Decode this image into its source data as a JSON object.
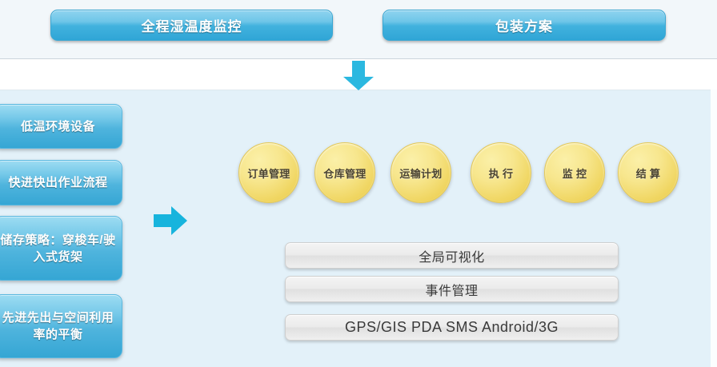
{
  "header": {
    "buttons": [
      {
        "id": "btn-monitor",
        "label": "全程湿温度监控",
        "name": "full-process-humidity-temperature-monitoring-button"
      },
      {
        "id": "btn-package",
        "label": "包装方案",
        "name": "packaging-solution-button"
      }
    ]
  },
  "arrows": {
    "down": {
      "name": "arrow-down-icon",
      "color": "#2bb8e0"
    },
    "right": {
      "name": "arrow-right-icon",
      "color": "#17b4dd"
    }
  },
  "sidebar": {
    "items": [
      {
        "label": "低温环境设备"
      },
      {
        "label": "快进快出作业流程"
      },
      {
        "label": "储存策略：穿梭车/驶入式货架"
      },
      {
        "label": "先进先出与空间利用率的平衡"
      }
    ]
  },
  "process": {
    "circles": [
      {
        "label": "订单管理"
      },
      {
        "label": "仓库管理"
      },
      {
        "label": "运输计划"
      },
      {
        "label": "执 行"
      },
      {
        "label": "监 控"
      },
      {
        "label": "结 算"
      }
    ]
  },
  "platform": {
    "bars": [
      {
        "label": "全局可视化"
      },
      {
        "label": "事件管理"
      },
      {
        "label": "GPS/GIS  PDA  SMS  Android/3G"
      }
    ]
  },
  "colors": {
    "accent_blue": "#42b2de",
    "panel_blue": "#e3f1f9",
    "circle_yellow": "#f0d662",
    "arrow_cyan": "#2bb8e0",
    "bar_gray": "#ebebeb",
    "top_band": "#f2f7fa"
  }
}
